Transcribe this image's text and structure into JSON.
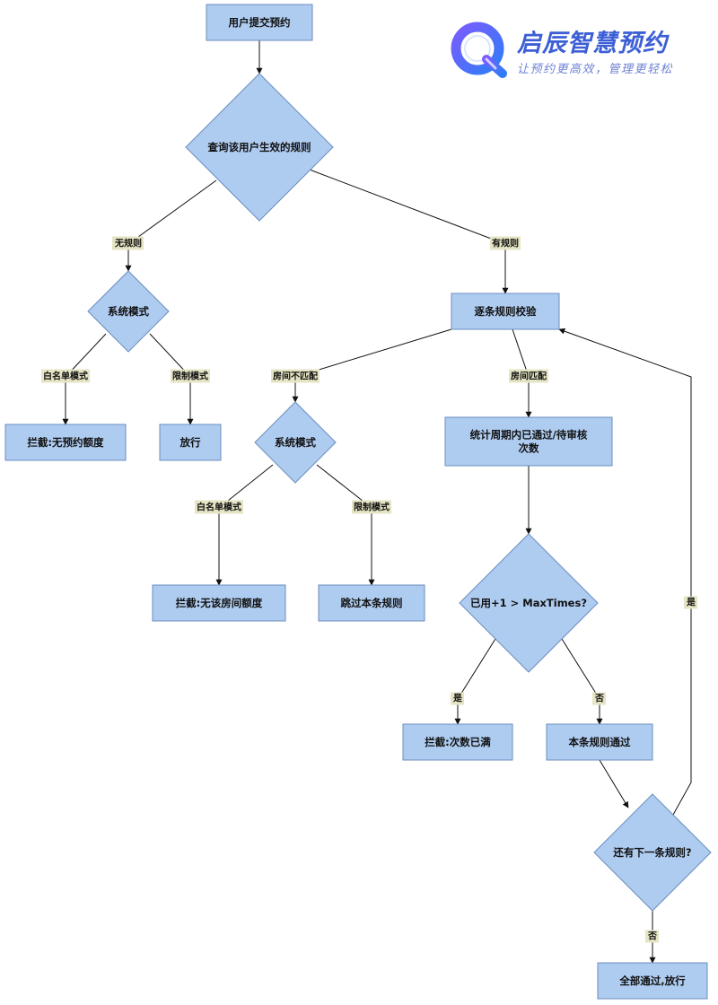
{
  "brand": {
    "title": "启辰智慧预约",
    "slogan": "让预约更高效，管理更轻松",
    "colors": {
      "primary": "#3d5fd6",
      "secondary": "#6d82d4",
      "logo_gradient_start": "#7a5cff",
      "logo_gradient_end": "#2f7df6"
    }
  },
  "colors": {
    "node_fill": "#aecbf0",
    "node_stroke": "#6c8ebf",
    "label_bg": "#e5e4c4",
    "edge": "#111111"
  },
  "nodes": [
    {
      "id": "submit",
      "shape": "rect",
      "lines": [
        "用户提交预约"
      ]
    },
    {
      "id": "query",
      "shape": "diamond",
      "lines": [
        "查询该用户生效的规则"
      ]
    },
    {
      "id": "mode1",
      "shape": "diamond",
      "lines": [
        "系统模式"
      ]
    },
    {
      "id": "block1",
      "shape": "rect",
      "lines": [
        "拦截:无预约额度"
      ]
    },
    {
      "id": "allow1",
      "shape": "rect",
      "lines": [
        "放行"
      ]
    },
    {
      "id": "check",
      "shape": "rect",
      "lines": [
        "逐条规则校验"
      ]
    },
    {
      "id": "mode2",
      "shape": "diamond",
      "lines": [
        "系统模式"
      ]
    },
    {
      "id": "block2",
      "shape": "rect",
      "lines": [
        "拦截:无该房间额度"
      ]
    },
    {
      "id": "skip",
      "shape": "rect",
      "lines": [
        "跳过本条规则"
      ]
    },
    {
      "id": "count",
      "shape": "rect",
      "lines": [
        "统计周期内已通过/待审核",
        "次数"
      ]
    },
    {
      "id": "maxq",
      "shape": "diamond",
      "lines": [
        "已用+1 > MaxTimes?"
      ]
    },
    {
      "id": "block3",
      "shape": "rect",
      "lines": [
        "拦截:次数已满"
      ]
    },
    {
      "id": "pass",
      "shape": "rect",
      "lines": [
        "本条规则通过"
      ]
    },
    {
      "id": "next",
      "shape": "diamond",
      "lines": [
        "还有下一条规则?"
      ]
    },
    {
      "id": "all",
      "shape": "rect",
      "lines": [
        "全部通过,放行"
      ]
    }
  ],
  "edges": [
    {
      "id": "e-submit-query",
      "from": "submit",
      "to": "query",
      "label": ""
    },
    {
      "id": "e-query-mode1",
      "from": "query",
      "to": "mode1",
      "label": "无规则"
    },
    {
      "id": "e-query-check",
      "from": "query",
      "to": "check",
      "label": "有规则"
    },
    {
      "id": "e-mode1-block1",
      "from": "mode1",
      "to": "block1",
      "label": "白名单模式"
    },
    {
      "id": "e-mode1-allow1",
      "from": "mode1",
      "to": "allow1",
      "label": "限制模式"
    },
    {
      "id": "e-check-mode2",
      "from": "check",
      "to": "mode2",
      "label": "房间不匹配"
    },
    {
      "id": "e-check-count",
      "from": "check",
      "to": "count",
      "label": "房间匹配"
    },
    {
      "id": "e-mode2-block2",
      "from": "mode2",
      "to": "block2",
      "label": "白名单模式"
    },
    {
      "id": "e-mode2-skip",
      "from": "mode2",
      "to": "skip",
      "label": "限制模式"
    },
    {
      "id": "e-count-maxq",
      "from": "count",
      "to": "maxq",
      "label": ""
    },
    {
      "id": "e-maxq-block3",
      "from": "maxq",
      "to": "block3",
      "label": "是"
    },
    {
      "id": "e-maxq-pass",
      "from": "maxq",
      "to": "pass",
      "label": "否"
    },
    {
      "id": "e-pass-next",
      "from": "pass",
      "to": "next",
      "label": ""
    },
    {
      "id": "e-next-check",
      "from": "next",
      "to": "check",
      "label": "是"
    },
    {
      "id": "e-next-all",
      "from": "next",
      "to": "all",
      "label": "否"
    }
  ]
}
